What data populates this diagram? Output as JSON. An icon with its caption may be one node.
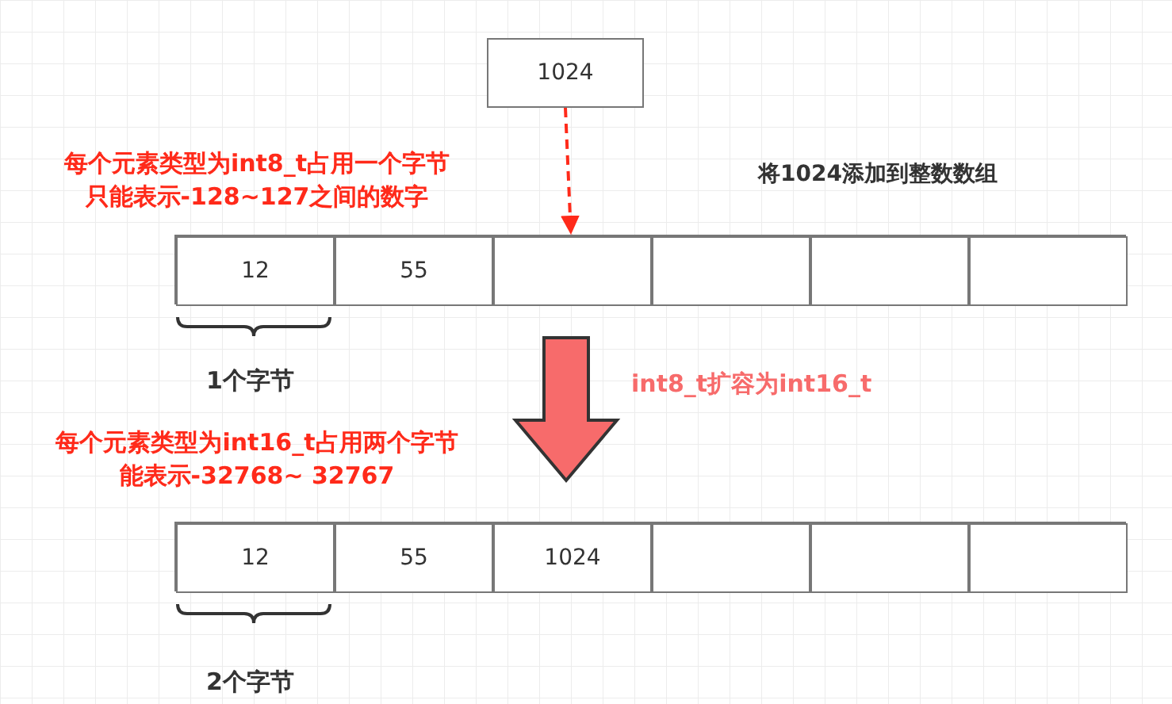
{
  "diagram": {
    "nodes": [
      {
        "text": [
          "1024"
        ]
      },
      {
        "text": [],
        "shape": "box"
      },
      {
        "text": [
          "12"
        ],
        "in": 1
      },
      {
        "text": [
          "55"
        ],
        "in": 1
      },
      {
        "text": [],
        "shape": "box",
        "in": 1
      },
      {
        "text": [],
        "shape": "box",
        "in": 1
      },
      {
        "text": [],
        "shape": "box",
        "in": 1
      },
      {
        "text": [],
        "shape": "box",
        "in": 1
      },
      {
        "text": [],
        "shape": "box"
      },
      {
        "text": [
          "12"
        ],
        "in": 8
      },
      {
        "text": [
          "55"
        ],
        "in": 8
      },
      {
        "text": [
          "1024"
        ],
        "in": 8
      },
      {
        "text": [],
        "shape": "box",
        "in": 8
      },
      {
        "text": [],
        "shape": "box",
        "in": 8
      },
      {
        "text": [],
        "shape": "box",
        "in": 8
      }
    ],
    "edges": [
      {
        "from": 0,
        "to": 4,
        "arrow": "to",
        "style": "dashed",
        "color": "#ff2a1a"
      },
      {
        "from": 1,
        "to": 8,
        "arrow": "to",
        "style": "thick",
        "color": "#f76b6b",
        "label": "int8_t扩容为int16_t"
      }
    ],
    "labels": [
      "每个元素类型为int8_t占用一个字节",
      "只能表示-128~127之间的数字",
      "将1024添加到整数数组",
      "1个字节",
      "每个元素类型为int16_t占用两个字节",
      "能表示-32768~ 32767",
      "2个字节"
    ]
  }
}
